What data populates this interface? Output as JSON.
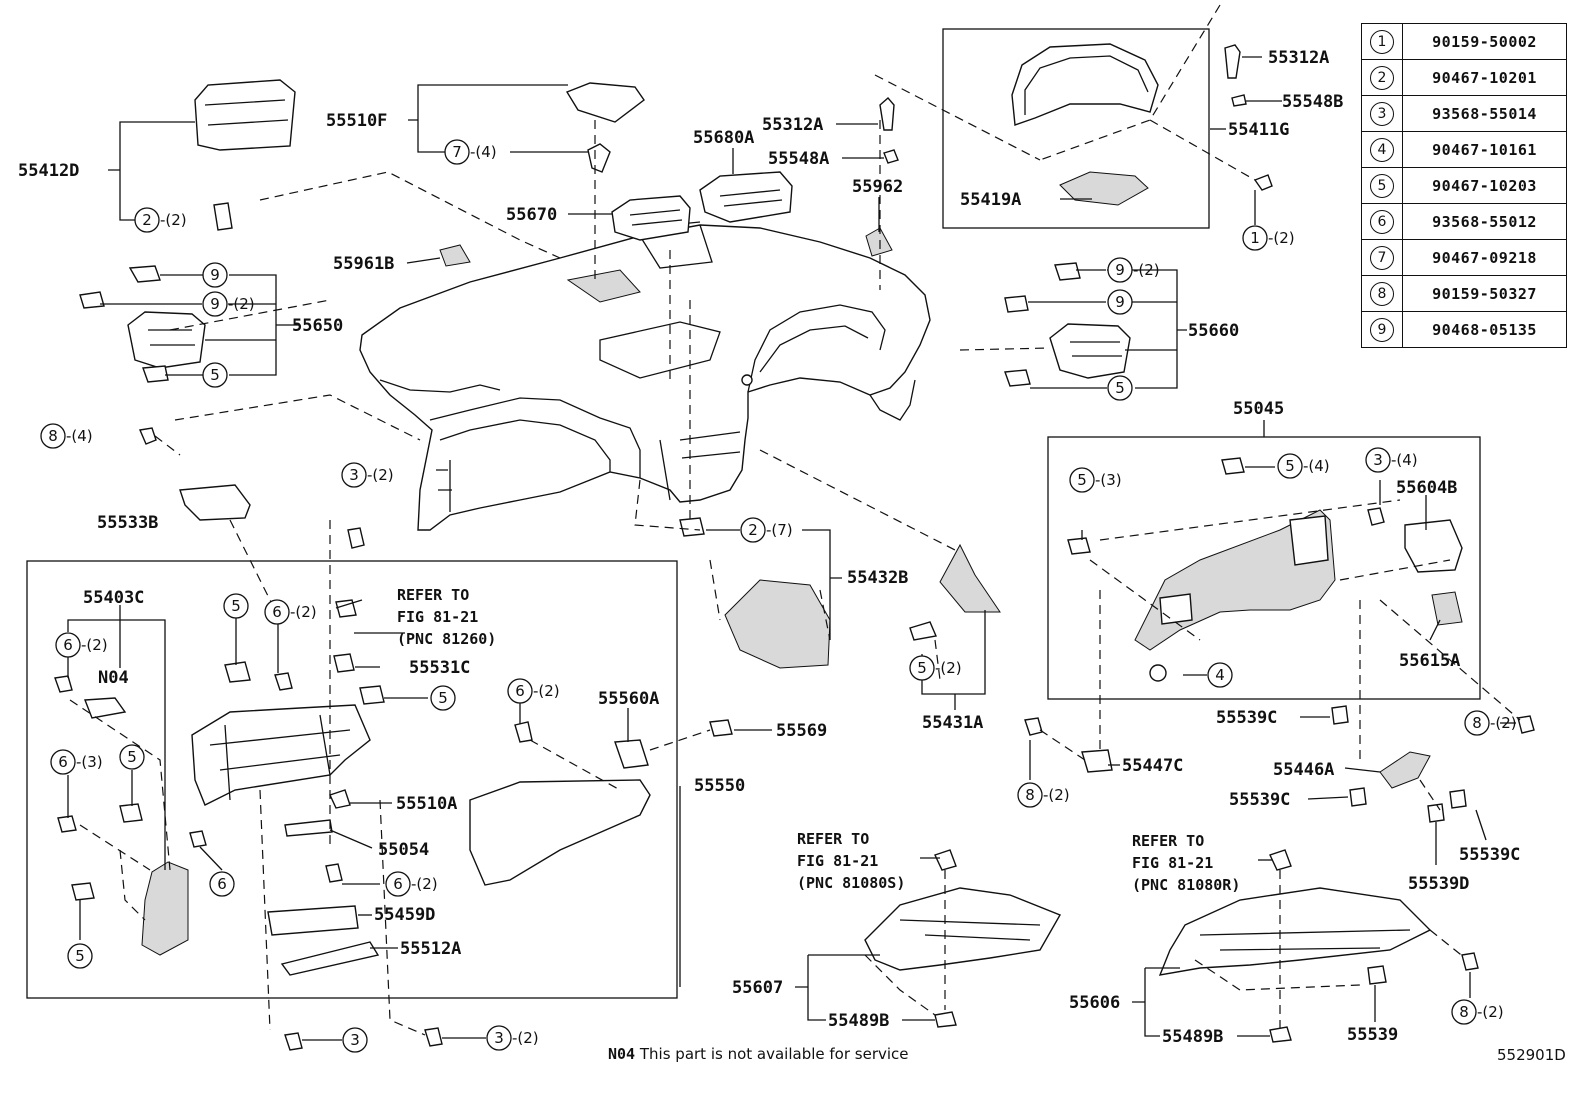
{
  "labels": {
    "p55412D": "55412D",
    "p55510F": "55510F",
    "p55680A": "55680A",
    "p55312A_1": "55312A",
    "p55548A": "55548A",
    "p55670": "55670",
    "p55962": "55962",
    "p55961B": "55961B",
    "p55312A_2": "55312A",
    "p55548B": "55548B",
    "p55411G": "55411G",
    "p55419A": "55419A",
    "p55650": "55650",
    "p55660": "55660",
    "p55045": "55045",
    "p55604B": "55604B",
    "p55615A": "55615A",
    "p55533B": "55533B",
    "p55403C": "55403C",
    "n04": "N04",
    "p55531C": "55531C",
    "p55432B": "55432B",
    "p55431A": "55431A",
    "p55560A": "55560A",
    "p55569": "55569",
    "p55550": "55550",
    "p55510A": "55510A",
    "p55054": "55054",
    "p55459D": "55459D",
    "p55512A": "55512A",
    "p55539C_1": "55539C",
    "p55447C": "55447C",
    "p55446A": "55446A",
    "p55539C_2": "55539C",
    "p55539C_3": "55539C",
    "p55539D": "55539D",
    "p55607": "55607",
    "p55489B_1": "55489B",
    "p55606": "55606",
    "p55489B_2": "55489B",
    "p55539": "55539"
  },
  "refs": {
    "r1_l1": "REFER TO",
    "r1_l2": "FIG 81-21",
    "r1_l3": "(PNC 81260)",
    "r2_l1": "REFER TO",
    "r2_l2": "FIG 81-21",
    "r2_l3": "(PNC 81080S)",
    "r3_l1": "REFER TO",
    "r3_l2": "FIG 81-21",
    "r3_l3": "(PNC 81080R)"
  },
  "callouts": [
    {
      "n": "2",
      "q": "-(2)"
    },
    {
      "n": "7",
      "q": "-(4)"
    },
    {
      "n": "1",
      "q": "-(2)"
    },
    {
      "n": "9",
      "q": ""
    },
    {
      "n": "9",
      "q": "-(2)"
    },
    {
      "n": "5",
      "q": ""
    },
    {
      "n": "9",
      "q": "-(2)"
    },
    {
      "n": "9",
      "q": ""
    },
    {
      "n": "5",
      "q": ""
    },
    {
      "n": "8",
      "q": "-(4)"
    },
    {
      "n": "3",
      "q": "-(2)"
    },
    {
      "n": "2",
      "q": "-(7)"
    },
    {
      "n": "5",
      "q": "-(3)"
    },
    {
      "n": "5",
      "q": "-(4)"
    },
    {
      "n": "3",
      "q": "-(4)"
    },
    {
      "n": "4",
      "q": ""
    },
    {
      "n": "5",
      "q": "-(2)"
    },
    {
      "n": "8",
      "q": "-(2)"
    },
    {
      "n": "8",
      "q": "-(2)"
    },
    {
      "n": "6",
      "q": "-(2)"
    },
    {
      "n": "5",
      "q": ""
    },
    {
      "n": "6",
      "q": "-(2)"
    },
    {
      "n": "5",
      "q": ""
    },
    {
      "n": "6",
      "q": "-(2)"
    },
    {
      "n": "6",
      "q": "-(3)"
    },
    {
      "n": "5",
      "q": ""
    },
    {
      "n": "6",
      "q": ""
    },
    {
      "n": "6",
      "q": "-(2)"
    },
    {
      "n": "5",
      "q": ""
    },
    {
      "n": "3",
      "q": ""
    },
    {
      "n": "3",
      "q": "-(2)"
    },
    {
      "n": "8",
      "q": "-(2)"
    }
  ],
  "legend": [
    {
      "n": "1",
      "part": "90159-50002"
    },
    {
      "n": "2",
      "part": "90467-10201"
    },
    {
      "n": "3",
      "part": "93568-55014"
    },
    {
      "n": "4",
      "part": "90467-10161"
    },
    {
      "n": "5",
      "part": "90467-10203"
    },
    {
      "n": "6",
      "part": "93568-55012"
    },
    {
      "n": "7",
      "part": "90467-09218"
    },
    {
      "n": "8",
      "part": "90159-50327"
    },
    {
      "n": "9",
      "part": "90468-05135"
    }
  ],
  "footnote": {
    "code": "N04",
    "text": "This part is not available for service"
  },
  "figure_id": "552901D"
}
